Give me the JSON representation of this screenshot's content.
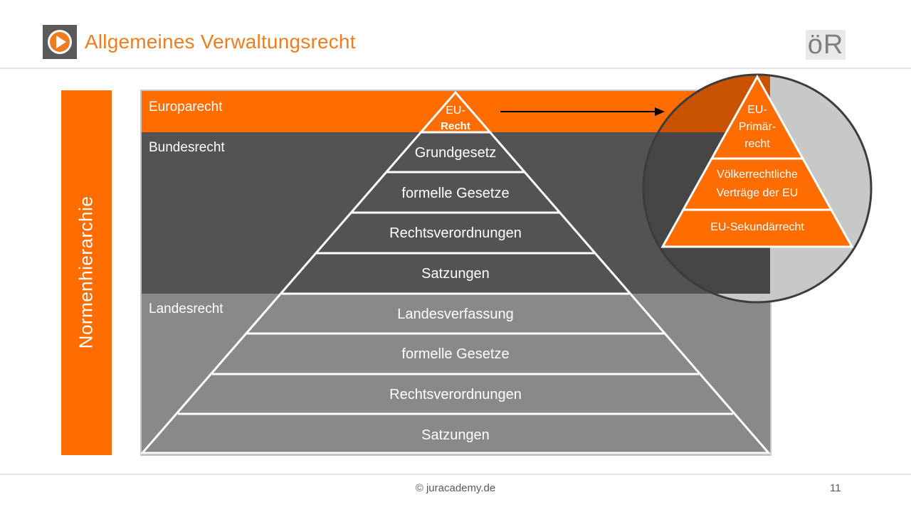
{
  "header": {
    "title": "Allgemeines Verwaltungsrecht",
    "badge": "öR"
  },
  "sidebar": {
    "label": "Normenhierarchie"
  },
  "diagram": {
    "bands": {
      "europarecht": "Europarecht",
      "bundesrecht": "Bundesrecht",
      "landesrecht": "Landesrecht"
    },
    "pyramid_top": {
      "line1": "EU-",
      "line2": "Recht"
    },
    "levels": [
      "Grundgesetz",
      "formelle Gesetze",
      "Rechtsverordnungen",
      "Satzungen",
      "Landesverfassung",
      "formelle Gesetze",
      "Rechtsverordnungen",
      "Satzungen"
    ],
    "eu_pyramid": {
      "top": {
        "line1": "EU-",
        "line2": "Primär-",
        "line3": "recht"
      },
      "middle": {
        "line1": "Völkerrechtliche",
        "line2": "Verträge der EU"
      },
      "bottom": "EU-Sekundärrecht"
    },
    "colors": {
      "orange": "#ff6d00",
      "dark_gray": "#535353",
      "mid_gray": "#898989",
      "circle_fill": "#c8c8c8"
    }
  },
  "footer": {
    "text": "© juracademy.de",
    "page_number": "11"
  }
}
